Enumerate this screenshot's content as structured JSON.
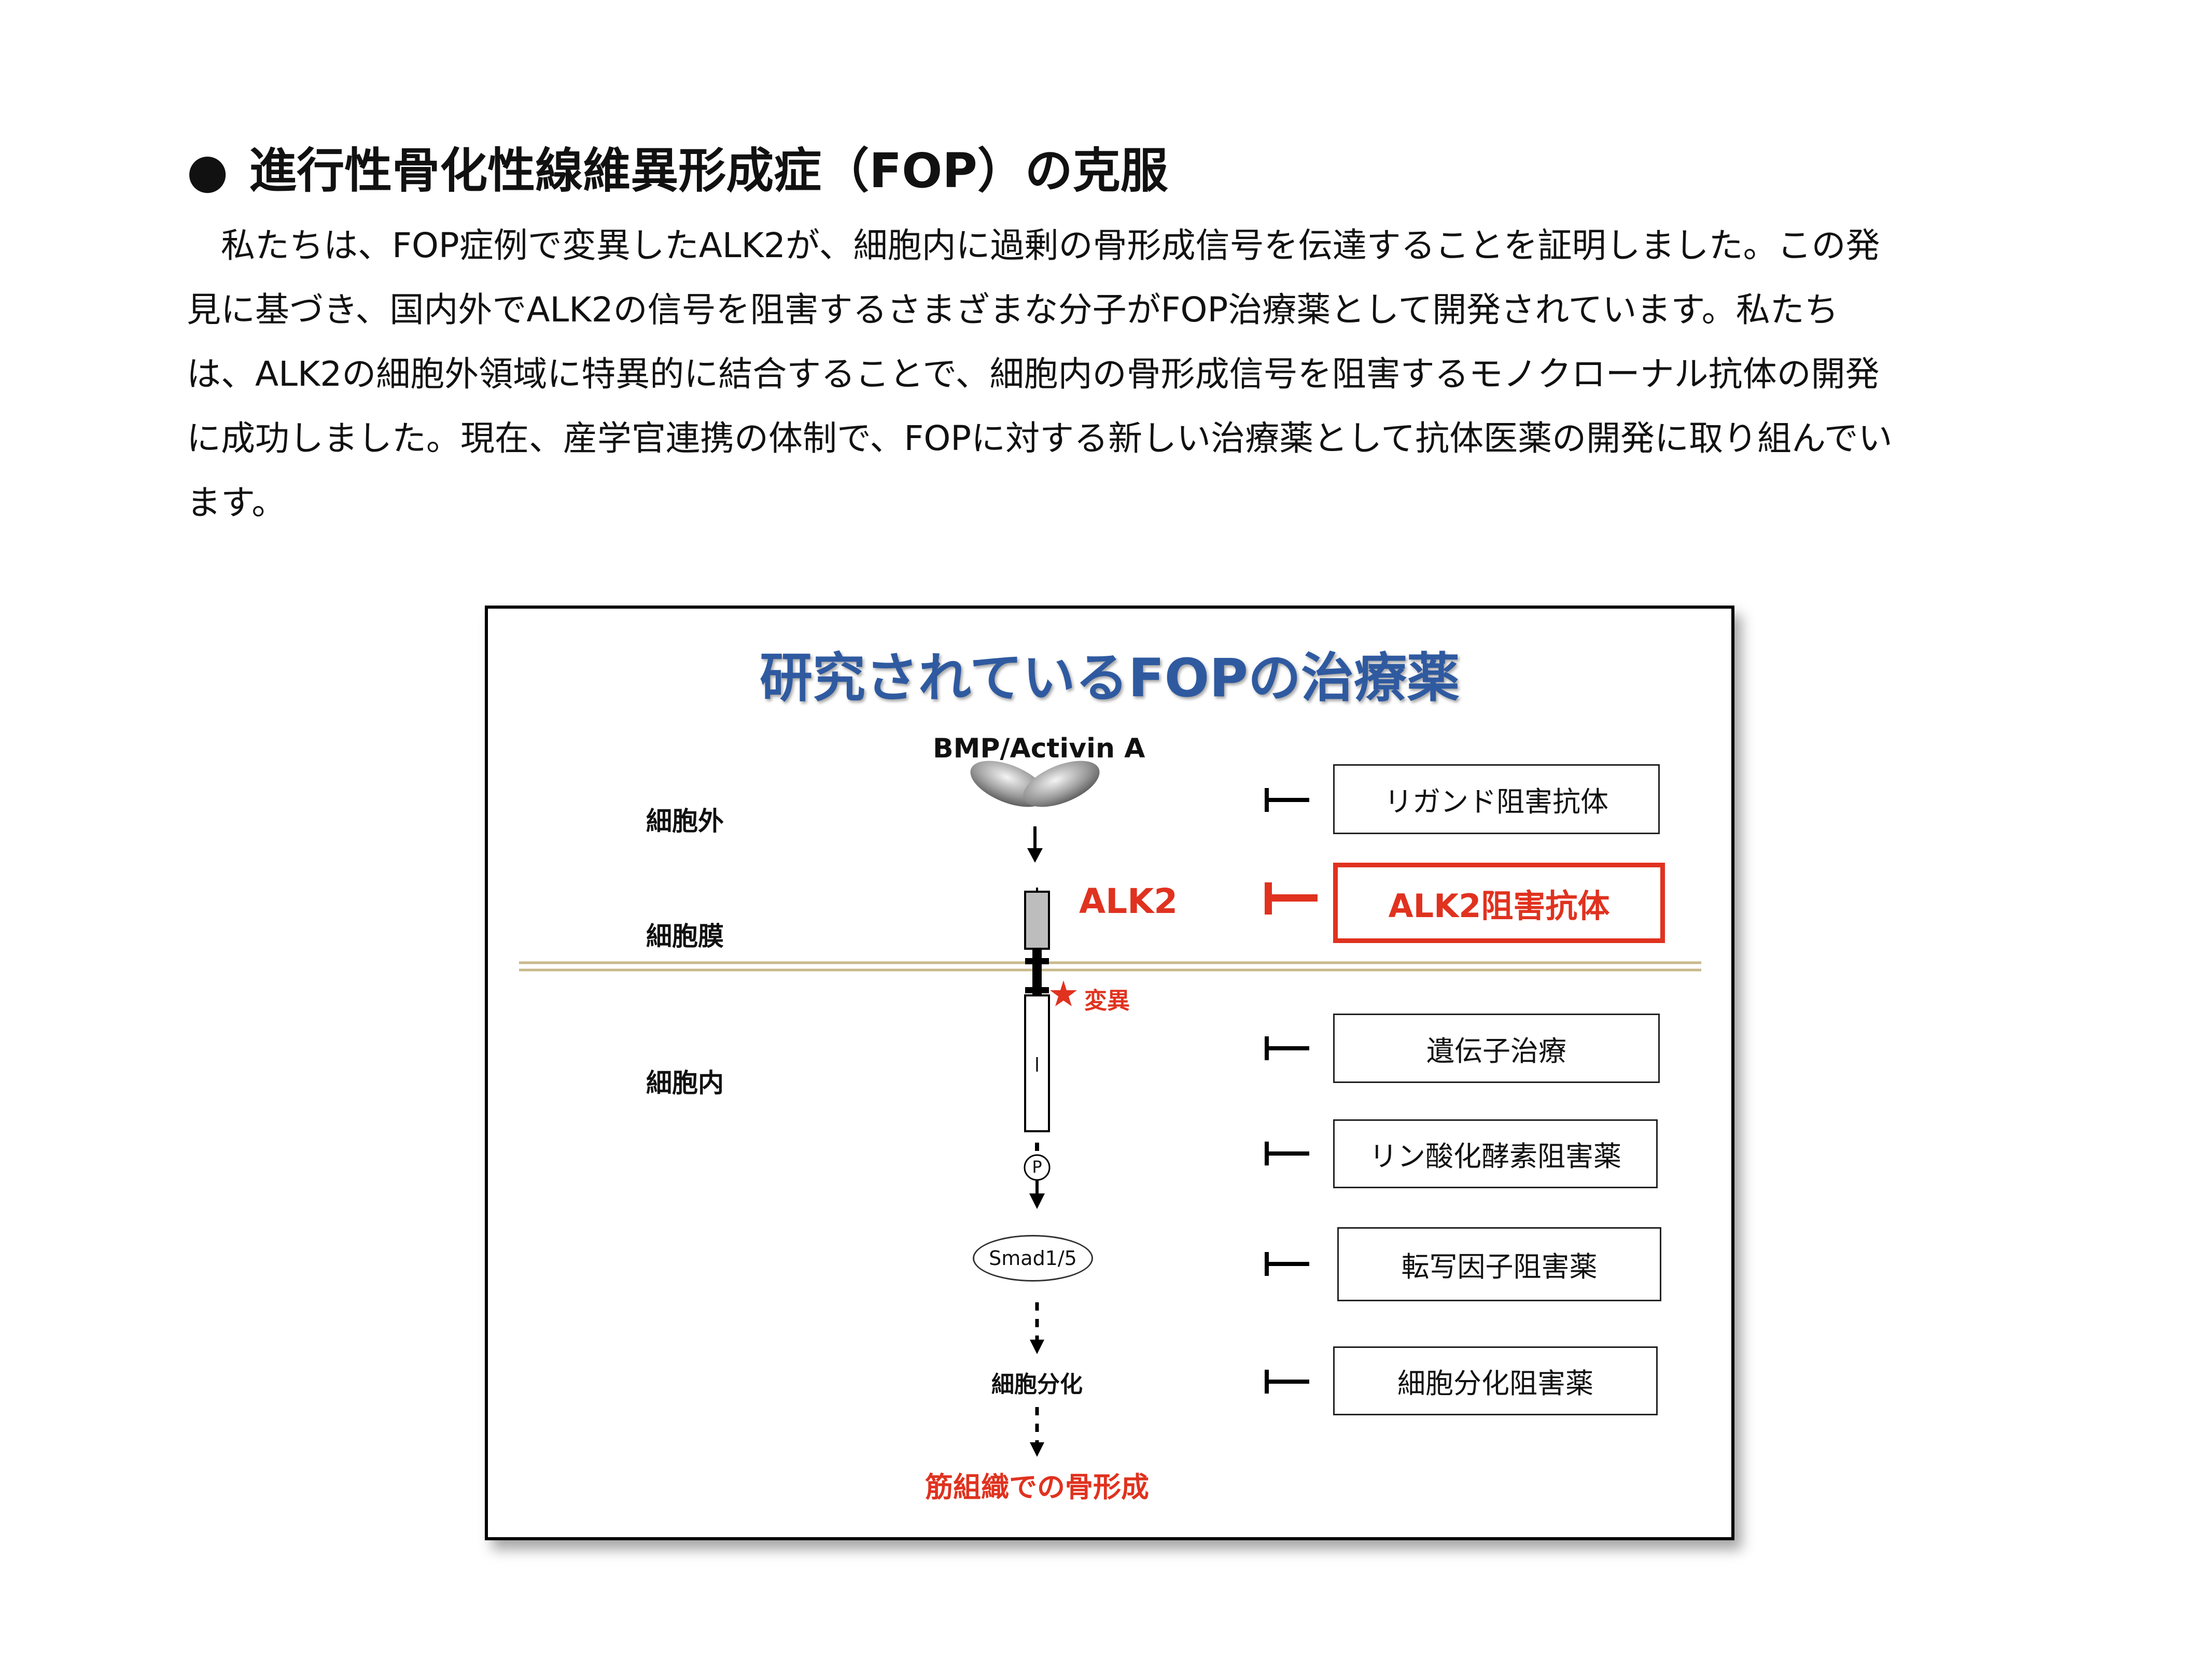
{
  "heading": {
    "bullet": "●",
    "text": "進行性骨化性線維異形成症（FOP）の克服"
  },
  "paragraph": {
    "lines": [
      "　私たちは、FOP症例で変異したALK2が、細胞内に過剰の骨形成信号を伝達することを証明しました。この発",
      "見に基づき、国内外でALK2の信号を阻害するさまざまな分子がFOP治療薬として開発されています。私たち",
      "は、ALK2の細胞外領域に特異的に結合することで、細胞内の骨形成信号を阻害するモノクローナル抗体の開発",
      "に成功しました。現在、産学官連携の体制で、FOPに対する新しい治療薬として抗体医薬の開発に取り組んでい",
      "ます。"
    ]
  },
  "figure": {
    "title": "研究されているFOPの治療薬",
    "ligand_label": "BMP/Activin A",
    "regions": {
      "outside": "細胞外",
      "membrane": "細胞膜",
      "inside": "細胞内"
    },
    "receptor_label": "ALK2",
    "mutation_label": "変異",
    "mutation_star": "★",
    "phospho_label": "P",
    "smad_label": "Smad1/5",
    "diff_label": "細胞分化",
    "outcome_label": "筋組織での骨形成",
    "inhibitors": [
      "リガンド阻害抗体",
      "ALK2阻害抗体",
      "遺伝子治療",
      "リン酸化酵素阻害薬",
      "転写因子阻害薬",
      "細胞分化阻害薬"
    ],
    "colors": {
      "title": "#2f5aa0",
      "highlight": "#e0321f",
      "membrane": "#c8b98a"
    }
  }
}
